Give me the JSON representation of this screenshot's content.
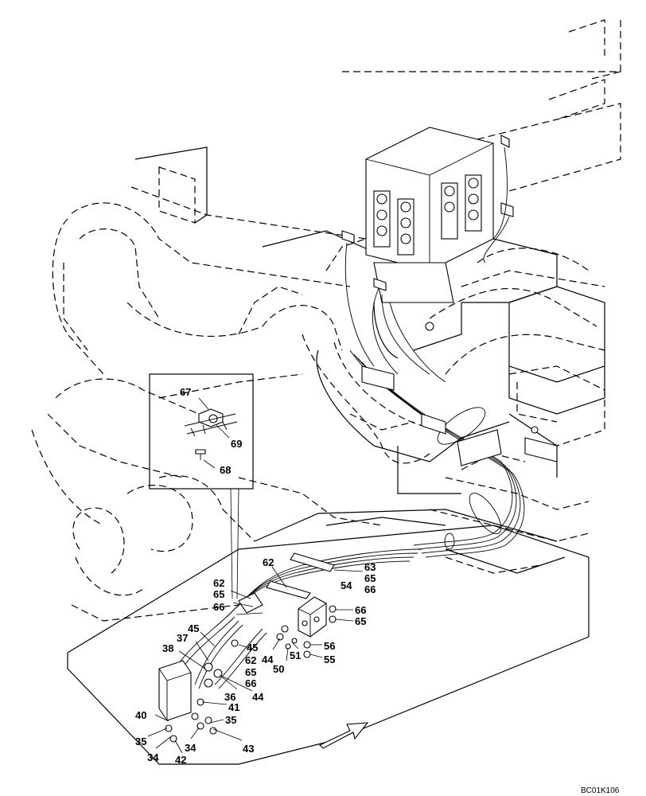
{
  "diagram": {
    "drawing_code": "BC01K106",
    "inset_callouts": [
      "67",
      "69",
      "68"
    ],
    "callouts": [
      "62",
      "63",
      "65",
      "54",
      "66",
      "62",
      "65",
      "66",
      "66",
      "65",
      "45",
      "37",
      "38",
      "45",
      "62",
      "44",
      "65",
      "66",
      "51",
      "50",
      "56",
      "55",
      "36",
      "44",
      "41",
      "40",
      "35",
      "35",
      "34",
      "42",
      "34",
      "43"
    ]
  }
}
